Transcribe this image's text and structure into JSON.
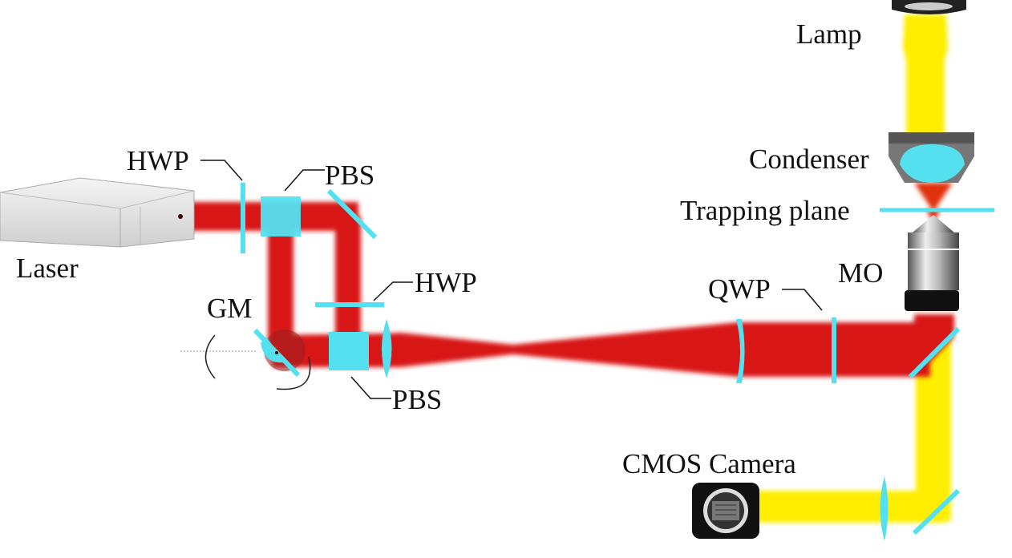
{
  "labels": {
    "lamp": "Lamp",
    "condenser": "Condenser",
    "trapping_plane": "Trapping plane",
    "mo": "MO",
    "qwp": "QWP",
    "cmos_camera": "CMOS Camera",
    "hwp_1": "HWP",
    "pbs_1": "PBS",
    "laser": "Laser",
    "gm": "GM",
    "hwp_2": "HWP",
    "pbs_2": "PBS"
  },
  "colors": {
    "laser_beam": "#d81818",
    "illumination_beam": "#ffee00",
    "optics": "#55e0f0",
    "housing": "#a0a0a0"
  }
}
